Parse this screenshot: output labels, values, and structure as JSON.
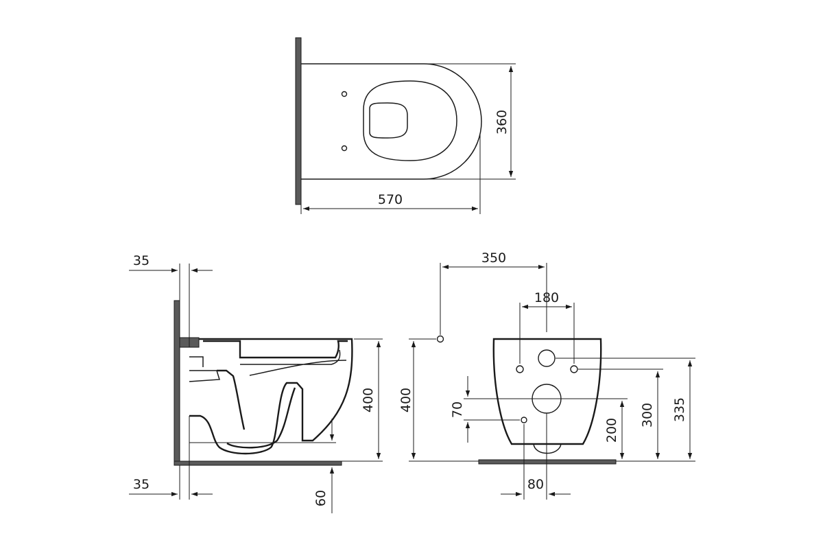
{
  "colors": {
    "line": "#1a1a1a",
    "wall": "#5a5a5a",
    "background": "#ffffff"
  },
  "views": {
    "top": {
      "length": "570",
      "width": "360"
    },
    "side": {
      "wall_offset_top": "35",
      "wall_offset_bottom": "35",
      "height": "400",
      "floor_clearance": "60"
    },
    "front": {
      "drain_height": "400",
      "fixing_center_offset": "350",
      "fixing_spacing": "180",
      "height_200": "200",
      "height_300": "300",
      "height_335": "335",
      "vertical_70": "70",
      "width_80": "80"
    }
  }
}
